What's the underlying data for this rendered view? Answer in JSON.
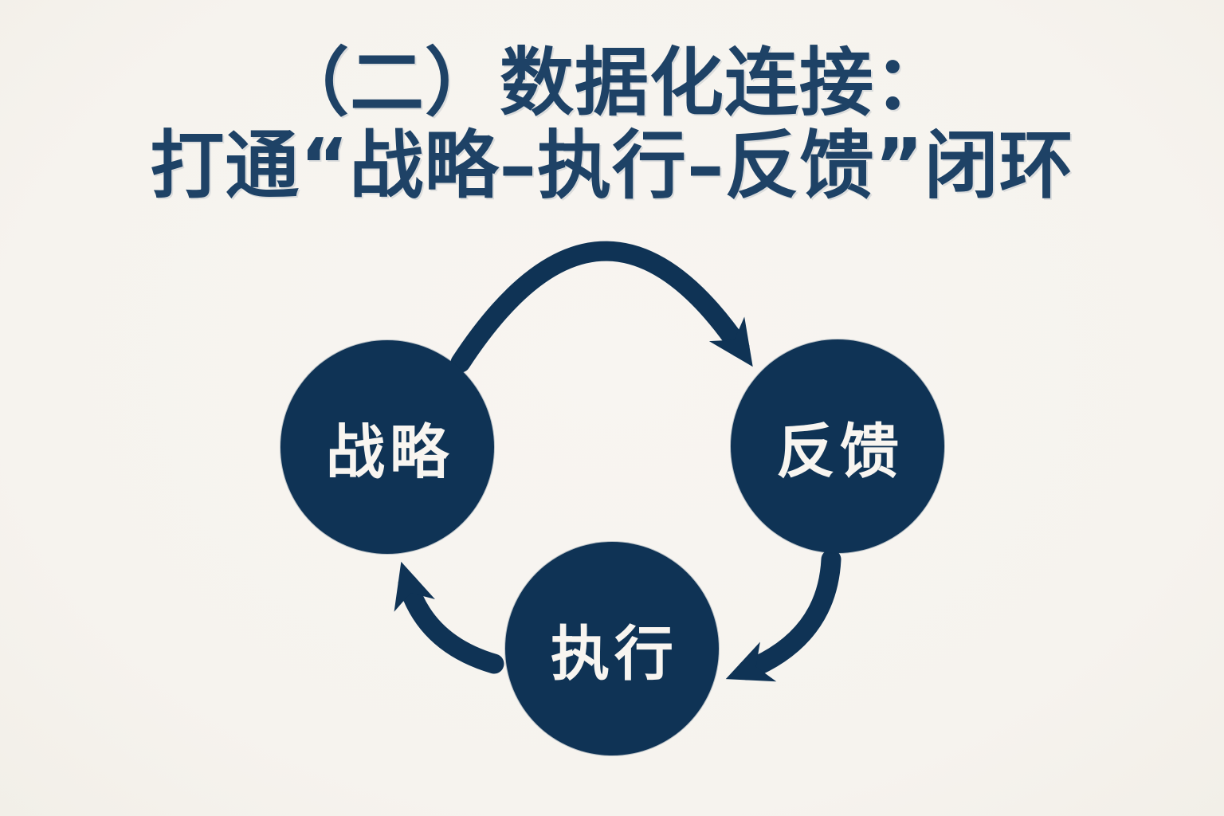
{
  "title": {
    "line1": "（二）数据化连接：",
    "line2": "打通“战略–执行–反馈”闭环"
  },
  "diagram": {
    "type": "cycle",
    "nodes": [
      {
        "id": "strategy",
        "label": "战略"
      },
      {
        "id": "execution",
        "label": "执行"
      },
      {
        "id": "feedback",
        "label": "反馈"
      }
    ],
    "arrows": [
      {
        "from": "strategy",
        "to": "feedback"
      },
      {
        "from": "feedback",
        "to": "execution"
      },
      {
        "from": "execution",
        "to": "strategy"
      }
    ]
  },
  "colors": {
    "background": "#f6f3ee",
    "navy": "#0f3355",
    "title_text": "#1e4266",
    "node_text": "#f8f5f0"
  }
}
